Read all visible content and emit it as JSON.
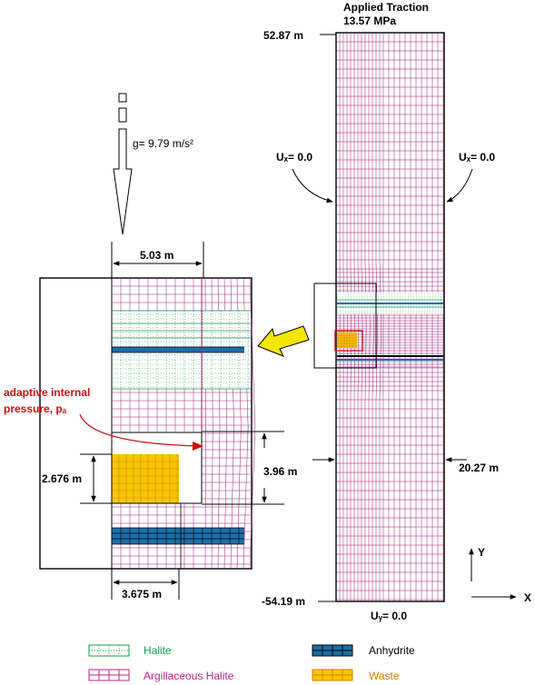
{
  "header": {
    "traction_line1": "Applied Traction",
    "traction_line2": "13.57 MPa"
  },
  "gravity": {
    "label": "g= 9.79 m/s²"
  },
  "boundary": {
    "ux_left": "Uₓ= 0.0",
    "ux_right": "Uₓ= 0.0",
    "uy_bottom": "Uᵧ= 0.0"
  },
  "dimensions": {
    "top_elev": "52.87 m",
    "bottom_elev": "-54.19 m",
    "width_total": "20.27 m",
    "width_detail": "5.03 m",
    "room_width": "3.675 m",
    "room_height": "2.676 m",
    "depth_gap": "3.96 m"
  },
  "annotation": {
    "line1": "adaptive internal",
    "line2": "pressure, pₐ",
    "color": "#d01010"
  },
  "axes": {
    "x": "X",
    "y": "Y"
  },
  "legend": [
    {
      "label": "Halite",
      "color": "#1a9c50"
    },
    {
      "label": "Anhydrite",
      "color": "#000000"
    },
    {
      "label": "Argillaceous Halite",
      "color": "#c0208a"
    },
    {
      "label": "Waste",
      "color": "#e07a00"
    }
  ],
  "colors": {
    "mesh": "#a01878",
    "halite": "#1a9c50",
    "anhydrite": "#1b6fa8",
    "waste": "#f5c800",
    "arrow": "#f5e600"
  }
}
